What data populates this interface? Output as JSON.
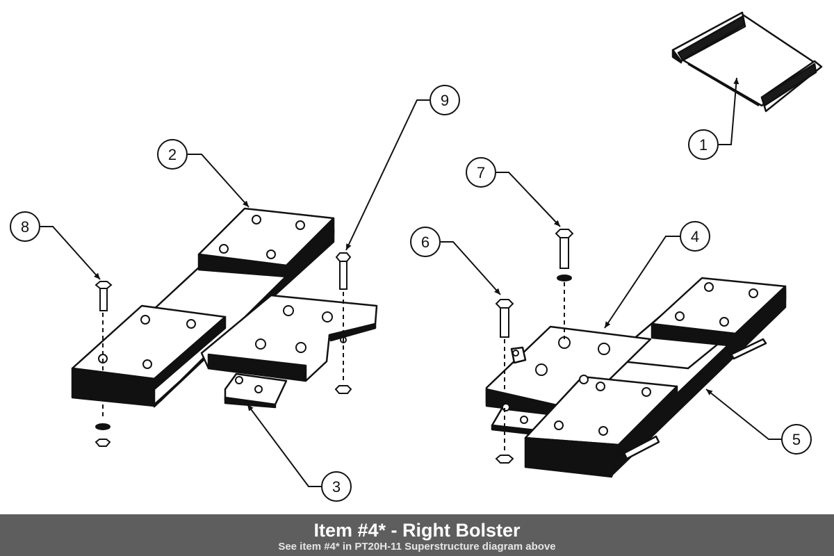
{
  "callouts": {
    "c1": "1",
    "c2": "2",
    "c3": "3",
    "c4": "4",
    "c5": "5",
    "c6": "6",
    "c7": "7",
    "c8": "8",
    "c9": "9"
  },
  "caption": {
    "title": "Item #4* - Right Bolster",
    "subtitle": "See item #4* in PT20H-11 Superstructure diagram above"
  },
  "colors": {
    "line": "#111111",
    "caption_bg": "#5e5e5e",
    "caption_text": "#ffffff"
  }
}
